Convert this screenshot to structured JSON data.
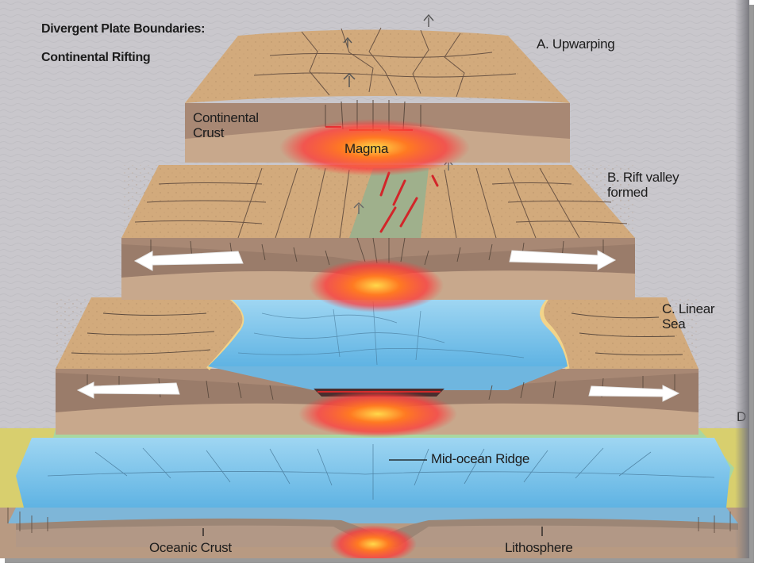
{
  "title_line1": "Divergent Plate Boundaries:",
  "title_line2": "Continental Rifting",
  "stages": [
    {
      "label": "A. Upwarping"
    },
    {
      "label": "B. Rift valley\nformed"
    },
    {
      "label": "C. Linear\nSea"
    },
    {
      "label": "D"
    }
  ],
  "annotations": {
    "continental_crust": "Continental\nCrust",
    "magma": "Magma",
    "mid_ocean_ridge": "Mid-ocean Ridge",
    "oceanic_crust": "Oceanic Crust",
    "lithosphere": "Lithosphere"
  },
  "colors": {
    "land_top": "#d2aa7c",
    "crust_side": "#a88874",
    "mantle": "#c8a88c",
    "magma": "#ff4a20",
    "sea": "#7ec4ea",
    "background": "#c9c7cc"
  }
}
